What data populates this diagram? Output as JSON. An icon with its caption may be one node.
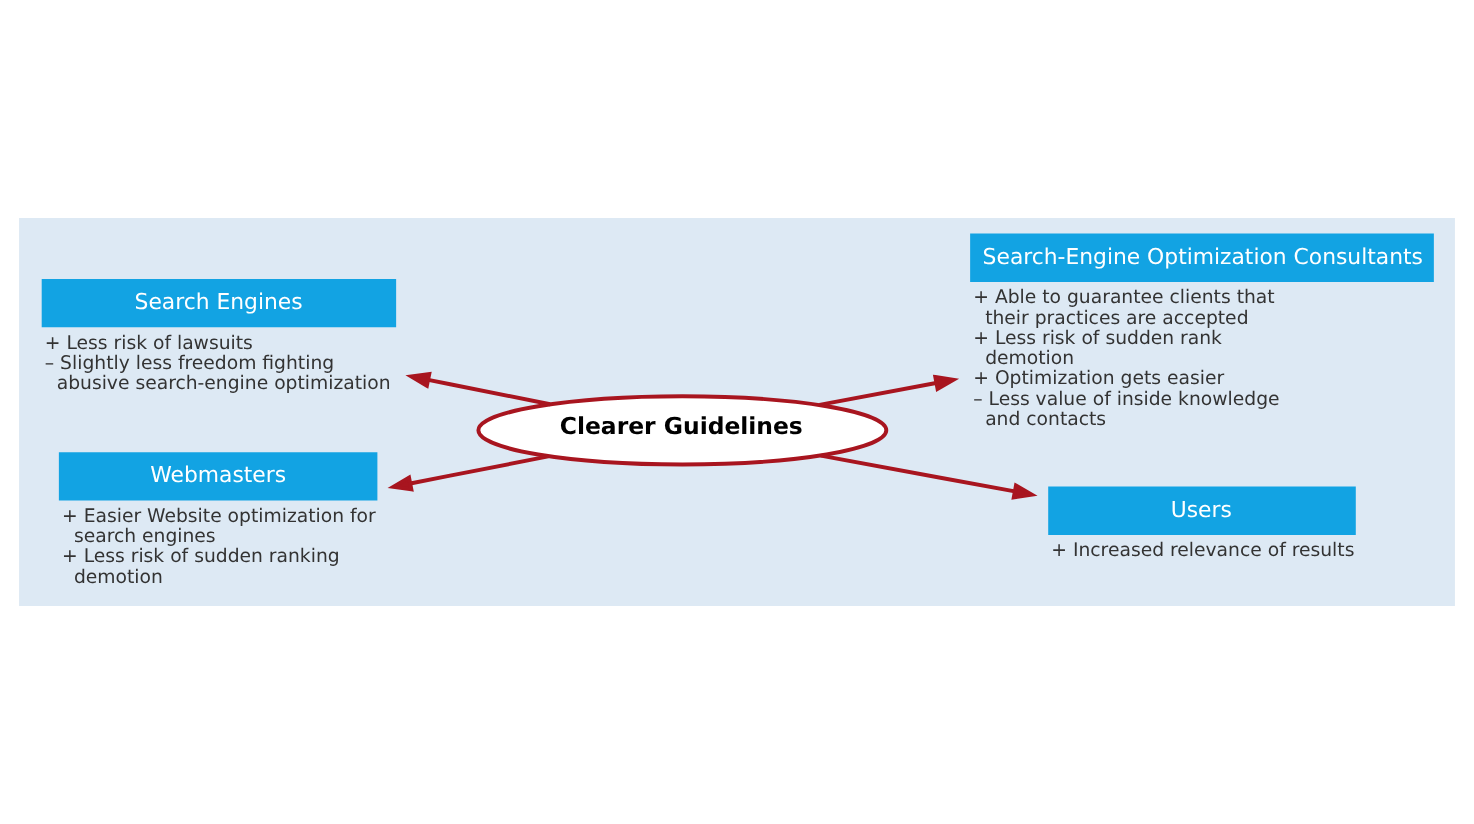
{
  "diagram": {
    "nodes": [
      {
        "text": [
          "Clearer Guidelines"
        ]
      },
      {
        "text": [
          "Search Engines"
        ],
        "beside": [
          "+ Less risk of lawsuits",
          "– Slightly less freedom fighting abusive search-engine optimization"
        ]
      },
      {
        "text": [
          "Search-Engine Optimization Consultants"
        ],
        "beside": [
          "+ Able to guarantee clients that their practices are accepted",
          "+ Less risk of sudden rank demotion",
          "+ Optimization gets easier",
          "– Less value of inside knowledge and contacts"
        ]
      },
      {
        "text": [
          "Webmasters"
        ],
        "beside": [
          "+ Easier Website optimization for search engines",
          "+ Less risk of sudden ranking demotion"
        ]
      },
      {
        "text": [
          "Users"
        ],
        "beside": [
          "+ Increased relevance of results"
        ]
      }
    ],
    "edges": [
      {
        "from": 0,
        "to": 1,
        "arrow": "to"
      },
      {
        "from": 0,
        "to": 2,
        "arrow": "to"
      },
      {
        "from": 0,
        "to": 3,
        "arrow": "to"
      },
      {
        "from": 0,
        "to": 4,
        "arrow": "to"
      }
    ]
  }
}
